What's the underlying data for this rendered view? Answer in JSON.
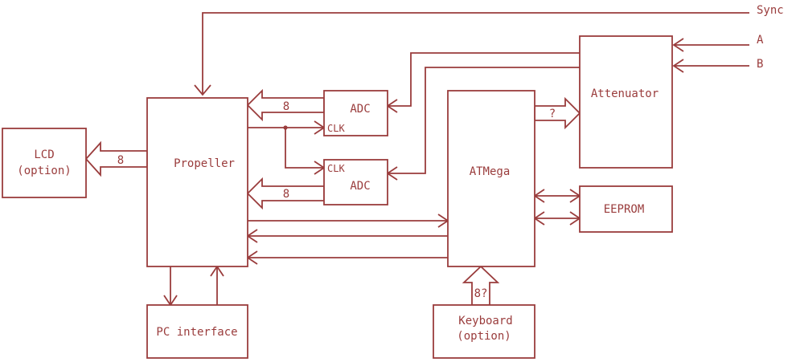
{
  "colors": {
    "line": "#9a3c3c",
    "background": "#ffffff"
  },
  "blocks": {
    "lcd": [
      "LCD",
      "(option)"
    ],
    "propeller": "Propeller",
    "adc_top": "ADC",
    "adc_bottom": "ADC",
    "atmega": "ATMega",
    "attenuator": "Attenuator",
    "eeprom": "EEPROM",
    "pc_interface": "PC interface",
    "keyboard": [
      "Keyboard",
      "(option)"
    ]
  },
  "signals": {
    "sync": "Sync",
    "input_a": "A",
    "input_b": "B",
    "clk_top": "CLK",
    "clk_bottom": "CLK"
  },
  "bus_labels": {
    "lcd_bus": "8",
    "adc_top_bus": "8",
    "adc_bottom_bus": "8",
    "attenuator_bus": "?",
    "keyboard_bus": "8?"
  }
}
